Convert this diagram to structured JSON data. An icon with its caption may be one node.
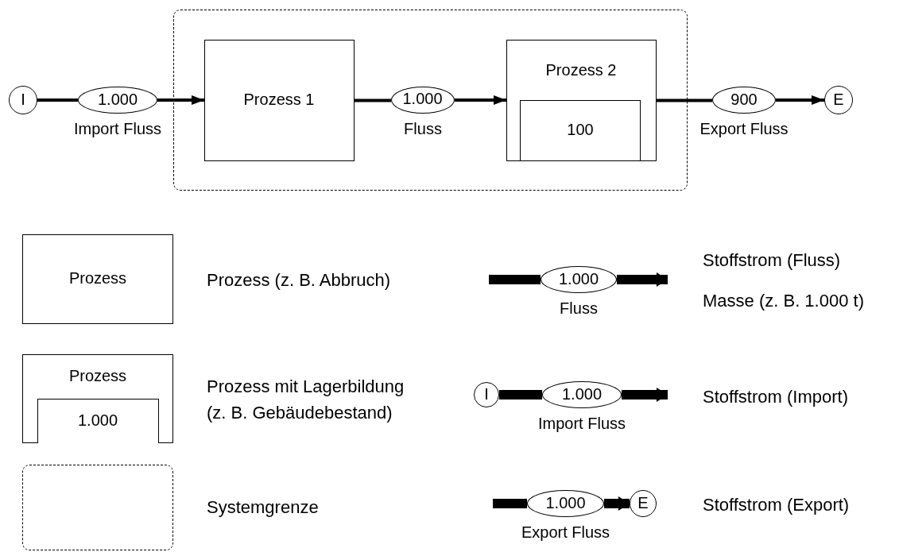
{
  "diagram": {
    "nodes": [
      {
        "text": [
          "I"
        ]
      },
      {
        "text": [
          "1.000"
        ],
        "beside": [
          "Import Fluss"
        ]
      },
      {
        "text": [],
        "shape": "box"
      },
      {
        "text": [
          "Prozess 1"
        ],
        "in": 2
      },
      {
        "text": [
          "1.000"
        ],
        "beside": [
          "Fluss"
        ],
        "in": 2
      },
      {
        "text": [
          "Prozess 2"
        ],
        "in": 2
      },
      {
        "text": [
          "100"
        ],
        "in": 5
      },
      {
        "text": [
          "900"
        ],
        "beside": [
          "Export Fluss"
        ]
      },
      {
        "text": [
          "E"
        ]
      },
      {
        "text": [
          "Prozess"
        ]
      },
      {
        "text": [
          "Prozess"
        ]
      },
      {
        "text": [
          "1.000"
        ],
        "in": 10
      },
      {
        "text": [],
        "shape": "box"
      },
      {
        "text": [
          "1.000"
        ],
        "beside": [
          "Fluss"
        ]
      },
      {
        "text": [
          "I"
        ]
      },
      {
        "text": [
          "1.000"
        ],
        "beside": [
          "Import Fluss"
        ]
      },
      {
        "text": [
          "1.000"
        ],
        "beside": [
          "Export Fluss"
        ]
      },
      {
        "text": [
          "E"
        ]
      }
    ],
    "edges": [
      {
        "from": 0,
        "to": 1,
        "arrow": "none"
      },
      {
        "from": 1,
        "to": 3,
        "arrow": "to"
      },
      {
        "from": 3,
        "to": 4,
        "arrow": "none"
      },
      {
        "from": 4,
        "to": 5,
        "arrow": "to"
      },
      {
        "from": 5,
        "to": 7,
        "arrow": "none"
      },
      {
        "from": 7,
        "to": 8,
        "arrow": "to"
      },
      {
        "from": null,
        "to": 13,
        "arrow": "none",
        "style": "thick"
      },
      {
        "from": 13,
        "to": null,
        "arrow": "to",
        "style": "thick"
      },
      {
        "from": 14,
        "to": 15,
        "arrow": "none",
        "style": "thick"
      },
      {
        "from": 15,
        "to": null,
        "arrow": "to",
        "style": "thick"
      },
      {
        "from": null,
        "to": 16,
        "arrow": "none",
        "style": "thick"
      },
      {
        "from": 16,
        "to": 17,
        "arrow": "to",
        "style": "thick"
      }
    ],
    "labels": [
      "Prozess (z. B. Abbruch)",
      "Stoffstrom (Fluss)",
      "Masse (z. B. 1.000 t)",
      "Prozess mit Lagerbildung (z. B. Gebäudebestand)",
      "Stoffstrom (Import)",
      "Systemgrenze",
      "Stoffstrom (Export)"
    ]
  }
}
